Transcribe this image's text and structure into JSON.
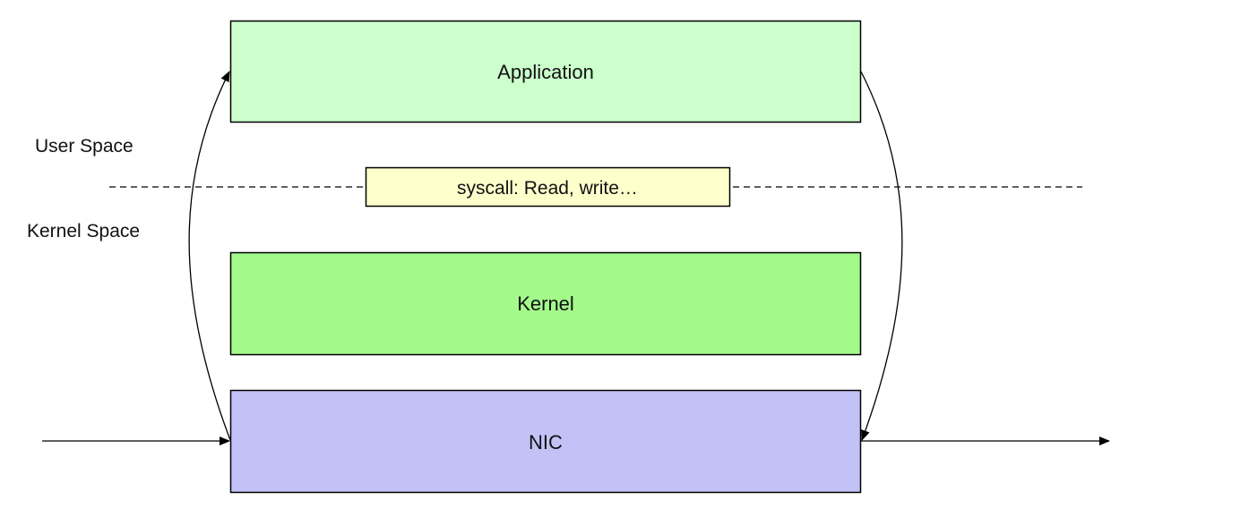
{
  "labels": {
    "user_space": "User Space",
    "kernel_space": "Kernel Space"
  },
  "boxes": {
    "application": "Application",
    "syscall": "syscall: Read, write…",
    "kernel": "Kernel",
    "nic": "NIC"
  },
  "colors": {
    "application_fill": "#ccffcc",
    "syscall_fill": "#ffffcc",
    "kernel_fill": "#a3f98a",
    "nic_fill": "#c2c2f6",
    "stroke": "#000000"
  }
}
